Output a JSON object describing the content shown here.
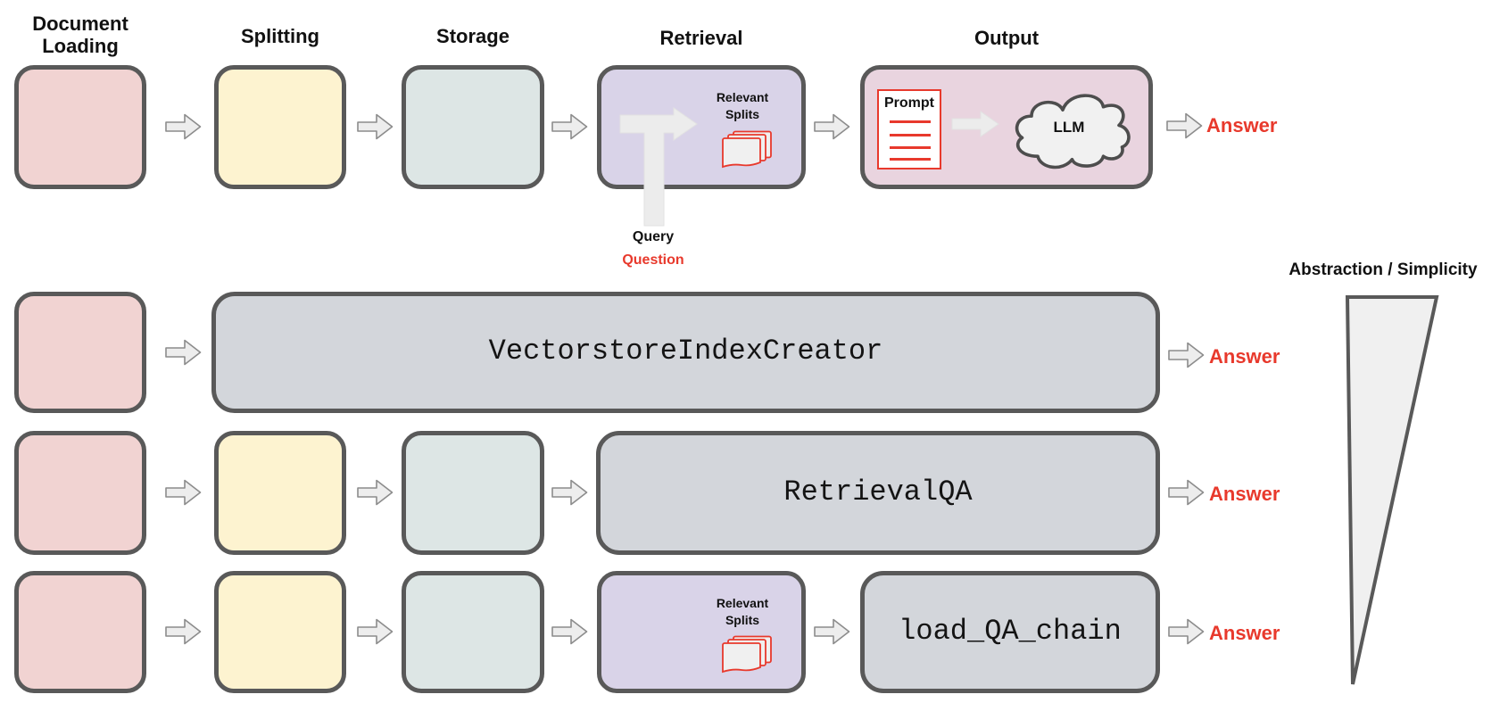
{
  "palette": {
    "pink": "#f1d3d2",
    "yellow": "#fdf3d0",
    "blue": "#dde6e5",
    "lavender": "#d9d3e8",
    "mauve": "#e9d4df",
    "gray": "#d3d6db",
    "red": "#e8392c",
    "box-border": "#595959",
    "arrow-fill": "#ededed",
    "arrow-stroke": "#8c8c8c",
    "flow-arrow": "#ececec",
    "cloud-fill": "#f1f1f1",
    "cloud-stroke": "#4d4d4d",
    "triangle-fill": "#f0f0f0",
    "triangle-stroke": "#595959",
    "text": "#111111"
  },
  "pipeline": {
    "stage_labels": {
      "document_loading": [
        "Document",
        "Loading"
      ],
      "splitting": "Splitting",
      "storage": "Storage",
      "retrieval": "Retrieval",
      "output": "Output"
    },
    "retrieval_box": {
      "relevant_splits": [
        "Relevant",
        "Splits"
      ],
      "query": "Query",
      "question": "Question"
    },
    "output_box": {
      "prompt": "Prompt",
      "llm": "LLM"
    },
    "answer": "Answer"
  },
  "abstractions": {
    "axis_label": "Abstraction / Simplicity",
    "rows": [
      {
        "code": "VectorstoreIndexCreator",
        "answer": "Answer"
      },
      {
        "code": "RetrievalQA",
        "answer": "Answer"
      },
      {
        "code": "load_QA_chain",
        "answer": "Answer",
        "relevant_splits": [
          "Relevant",
          "Splits"
        ]
      }
    ]
  }
}
